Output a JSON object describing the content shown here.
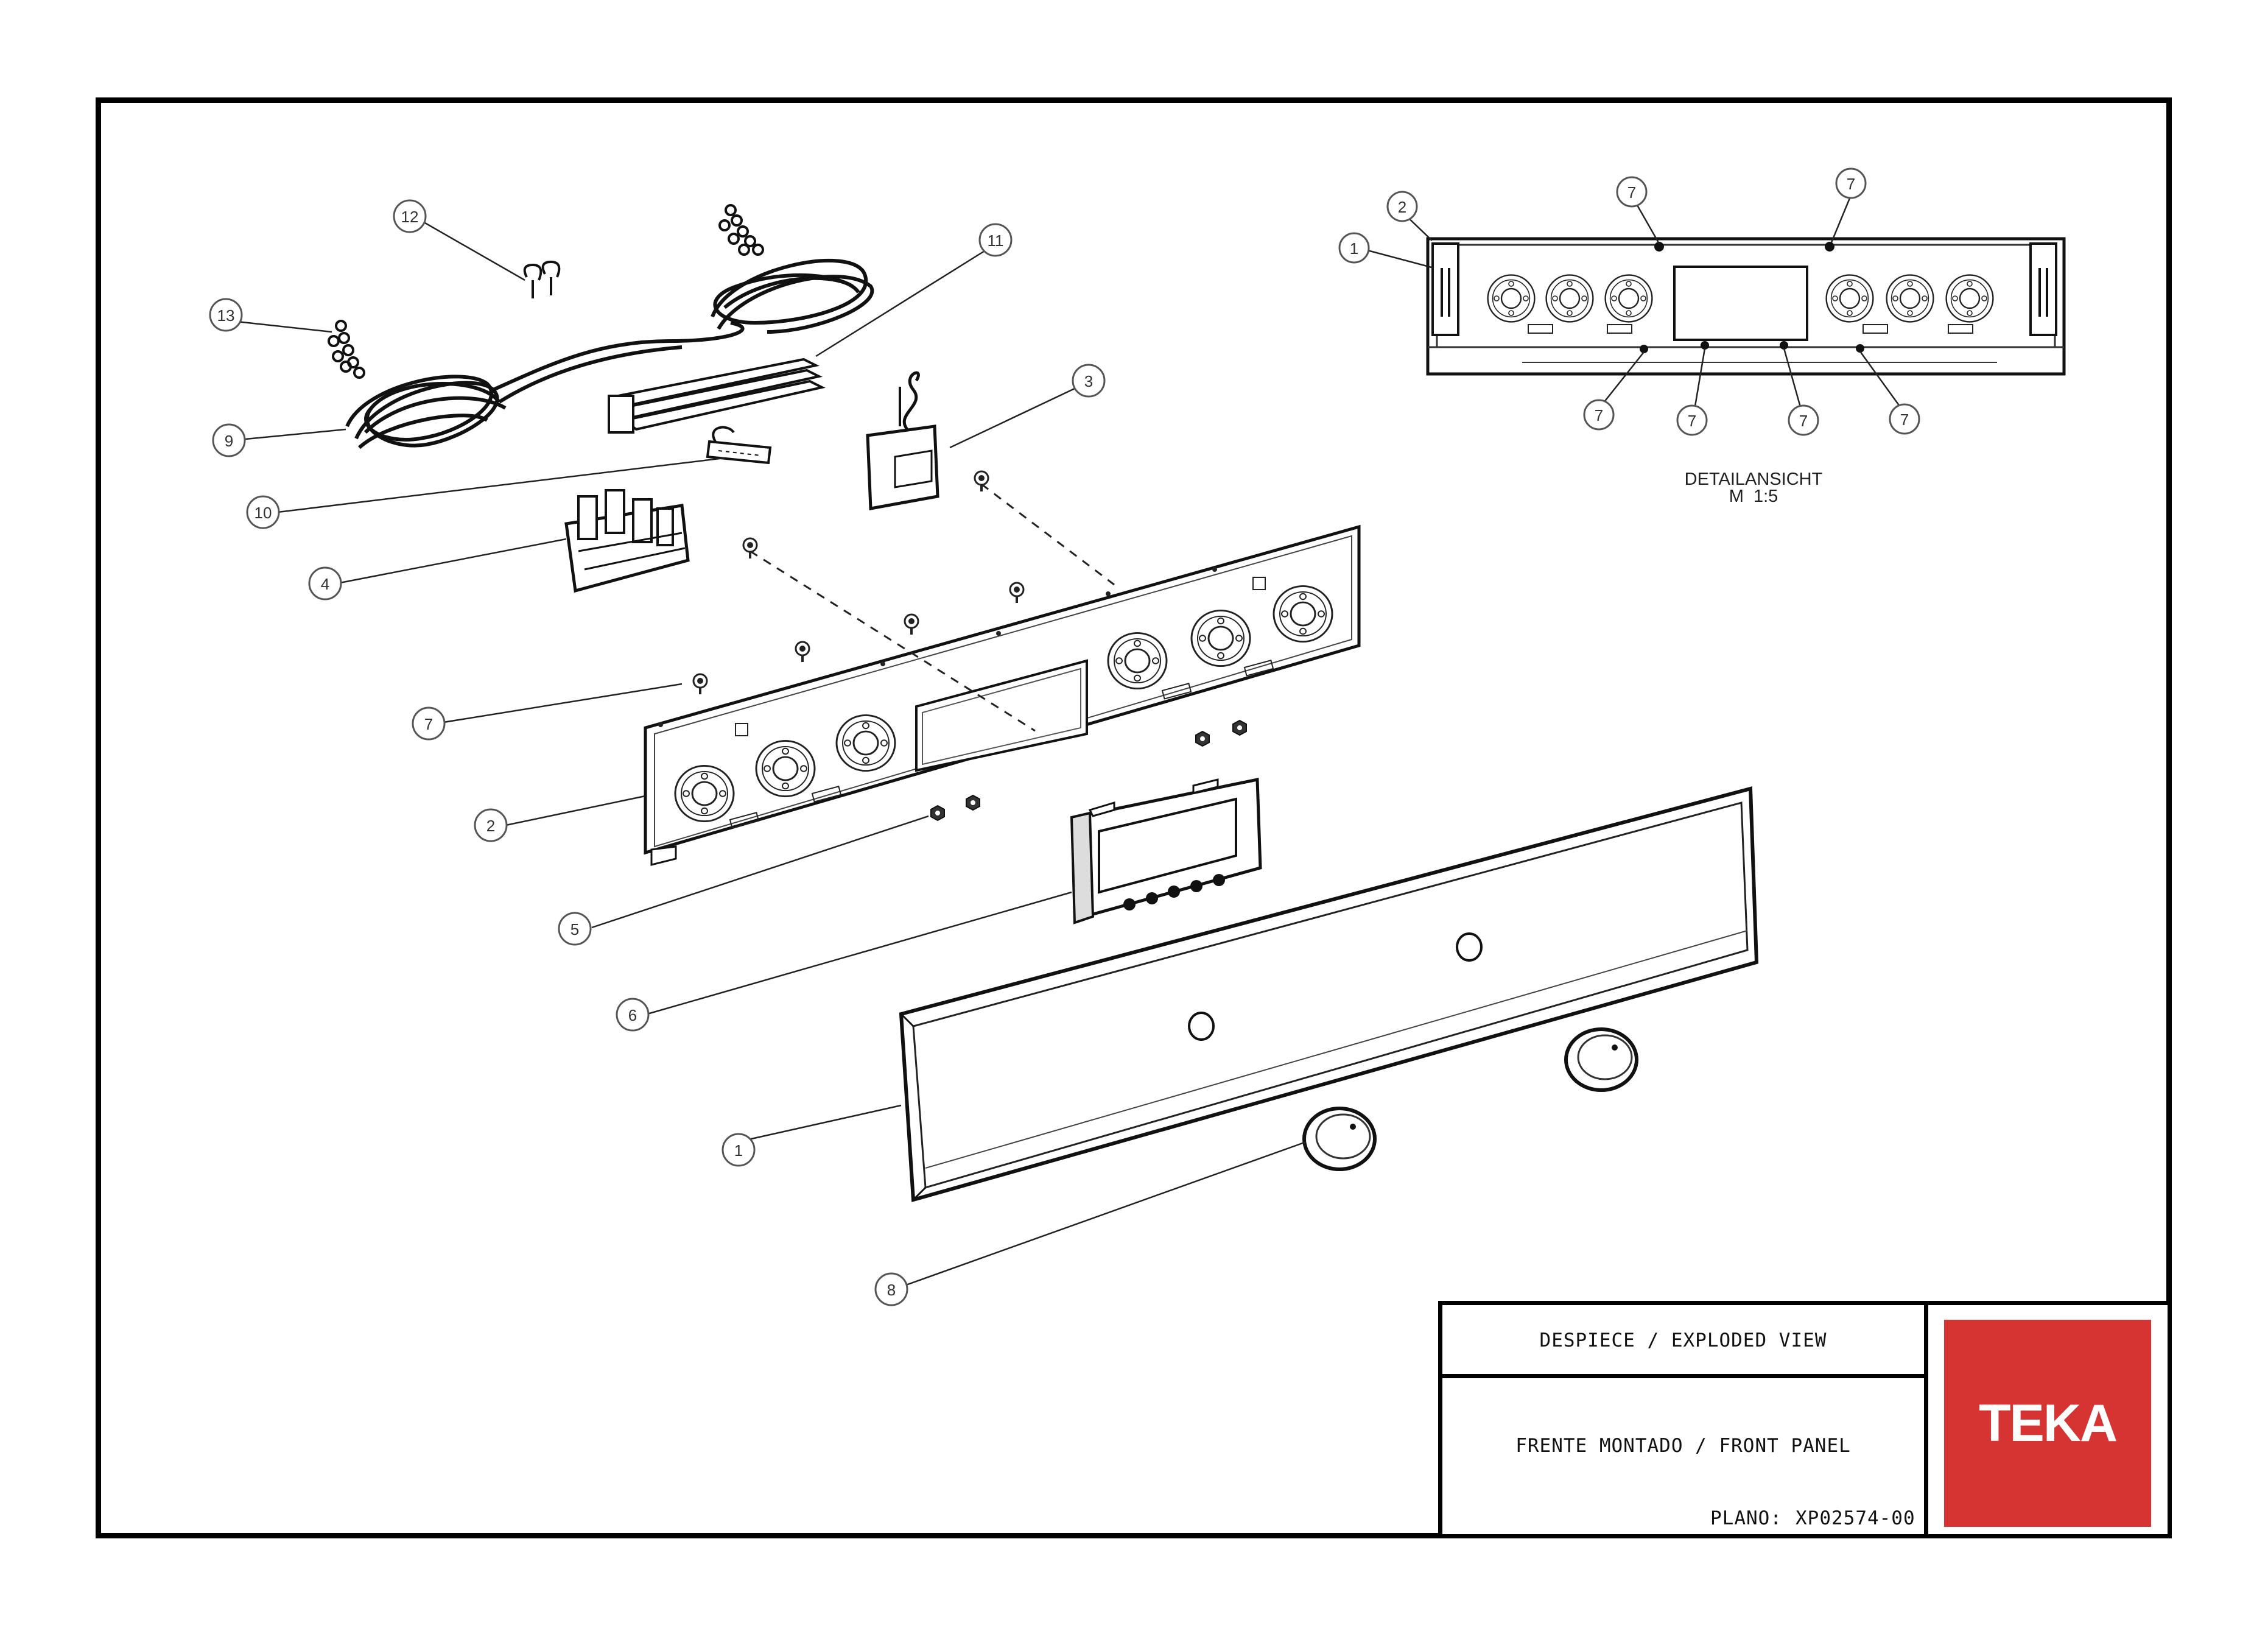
{
  "title_block": {
    "heading": "DESPIECE / EXPLODED VIEW",
    "assembly": "FRENTE MONTADO / FRONT PANEL",
    "drawing_label": "PLANO:",
    "drawing_number": "XP02574-00"
  },
  "brand": {
    "name": "TEKA",
    "color": "#d63333"
  },
  "detail_view": {
    "title": "DETAILANSICHT",
    "scale": "M  1:5"
  },
  "callouts": {
    "c1": "1",
    "c2": "2",
    "c3": "3",
    "c4": "4",
    "c5": "5",
    "c6": "6",
    "c7": "7",
    "c8": "8",
    "c9": "9",
    "c10": "10",
    "c11": "11",
    "c12": "12",
    "c13": "13",
    "d1": "1",
    "d2": "2",
    "d7a": "7",
    "d7b": "7",
    "d7c": "7",
    "d7d": "7",
    "d7e": "7",
    "d7f": "7"
  }
}
